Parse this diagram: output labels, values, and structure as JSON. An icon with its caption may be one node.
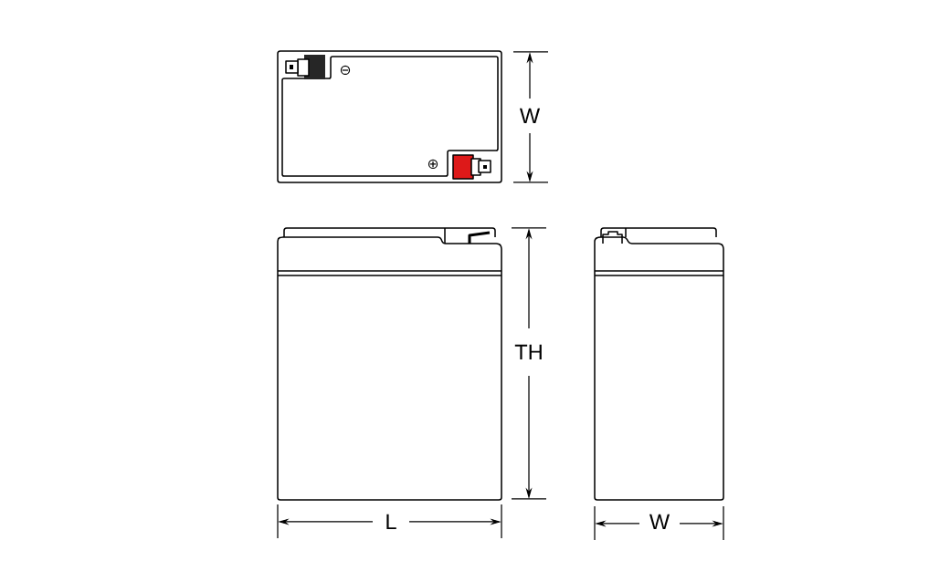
{
  "diagram": {
    "labels": [
      "W",
      "TH",
      "L",
      "W"
    ]
  }
}
